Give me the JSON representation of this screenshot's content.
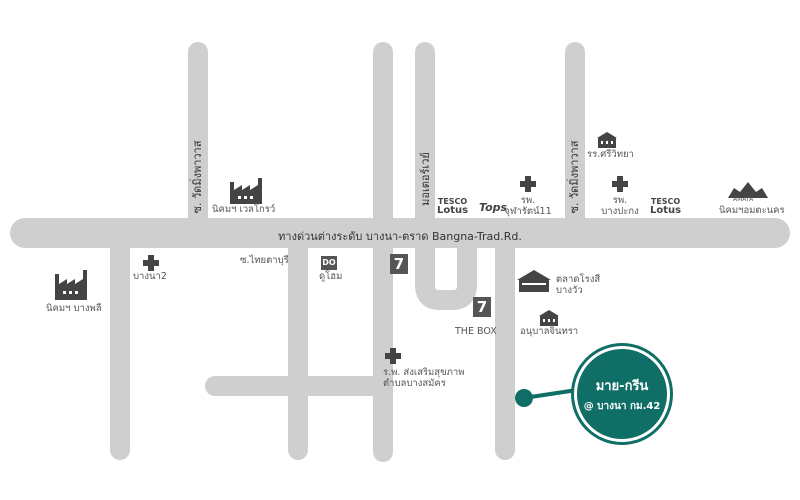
{
  "colors": {
    "road": "#cfcfcf",
    "accent": "#0f6e66",
    "text": "#444444"
  },
  "roads": {
    "main_label": "ทางด่วนต่างระดับ บางนา-ตราด Bangna-Trad.Rd.",
    "soi_wat_1": "ซ. วัดมิ่งพาวาส",
    "soi_wat_2": "ซ. วัดมิ่งพาวาส",
    "mega_road": "มอเตอร์เวย์"
  },
  "places": {
    "estate_welgrow": "นิคมฯ เวลโกรว์",
    "estate_bangplee": "นิคมฯ บางพลี",
    "bangna2": "บางนา2",
    "soi_thaitaburi": "ซ.ไทยตาบุรี",
    "home_pro": "ดูโฮม",
    "hospital_jul": [
      "รพ.",
      "จุฬารัตน์11"
    ],
    "hospital_bangprang": [
      "รพ.",
      "บางปะกง"
    ],
    "school": "รร.ศรีวิทยา",
    "amata": "นิคมฯอมตะนคร",
    "market": [
      "ตลาดโรงสี",
      "บางวัว"
    ],
    "the_box": "THE BOX",
    "kindergarten": "อนุบาลจินทรา",
    "health_center": [
      "ร.พ. ส่งเสริมสุขภาพ",
      "ตำบลบางสมัคร"
    ]
  },
  "brands": {
    "tesco1": [
      "TESCO",
      "Lotus"
    ],
    "tops": "Tops",
    "tesco2": [
      "TESCO",
      "Lotus"
    ],
    "seven": "7",
    "amata_logo": "AMATA",
    "dohome_logo": "DO"
  },
  "destination": {
    "name": "มาย-กรีน",
    "location": "@ บางนา กม.42"
  }
}
